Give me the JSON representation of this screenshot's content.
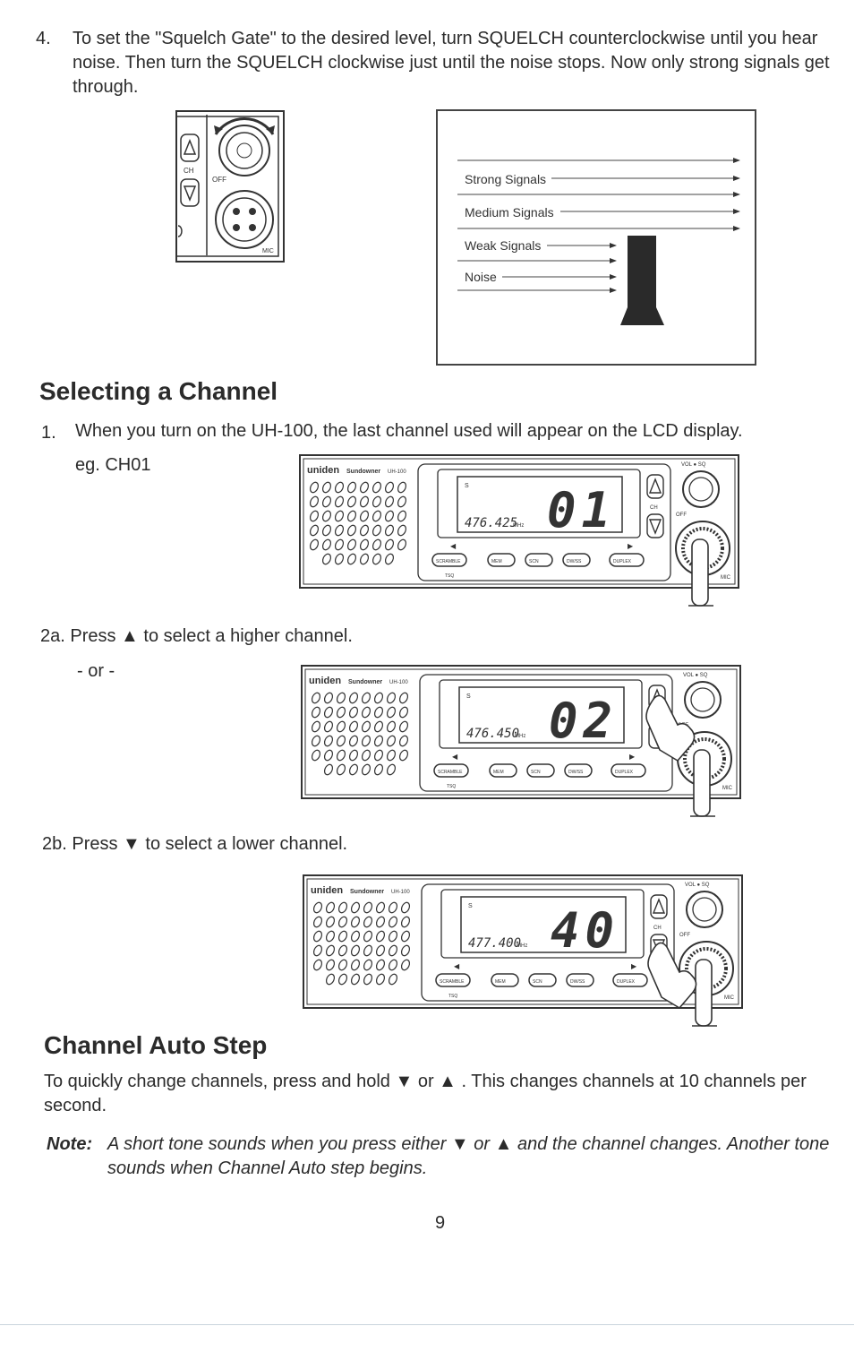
{
  "step4": {
    "number": "4.",
    "text": "To set the \"Squelch Gate\" to the desired level, turn SQUELCH counterclockwise until you hear noise. Then turn the SQUELCH clockwise just until the noise stops. Now only strong signals get through."
  },
  "squelch_figure": {
    "ch_label": "CH",
    "off_label": "OFF",
    "mic_label": "MIC"
  },
  "signal_diagram": {
    "labels": [
      "Strong Signals",
      "Medium Signals",
      "Weak Signals",
      "Noise"
    ]
  },
  "section_channel": {
    "heading": "Selecting a Channel",
    "step1_number": "1.",
    "step1_text": "When you turn on the UH-100, the last channel used will appear on the LCD display.",
    "example": "eg. CH01"
  },
  "radio": {
    "brand": "uniden",
    "model_line": "Sundowner",
    "model": "UH-100",
    "vol_sq": "VOL ● SQ",
    "ch": "CH",
    "off": "OFF",
    "mic": "MIC",
    "tsq": "TSQ",
    "buttons": [
      "SCRAMBLE",
      "MEM",
      "SCN",
      "DW/SS",
      "DUPLEX"
    ],
    "s_label": "S",
    "mhz": "MHz"
  },
  "displays": [
    {
      "channel": "01",
      "frequency": "476.425"
    },
    {
      "channel": "02",
      "frequency": "476.450"
    },
    {
      "channel": "40",
      "frequency": "477.400"
    }
  ],
  "step2a": {
    "text": "2a. Press ▲ to select a higher channel.",
    "or": "- or -"
  },
  "step2b": {
    "text": "2b. Press ▼ to select a lower channel."
  },
  "section_autostep": {
    "heading": "Channel Auto Step",
    "text": "To quickly change channels, press and hold ▼ or ▲ . This changes channels at 10 channels per second.",
    "note_label": "Note:",
    "note_text": "A short tone sounds when you press either ▼ or ▲ and the channel changes. Another tone sounds when Channel Auto step begins."
  },
  "page_number": "9"
}
